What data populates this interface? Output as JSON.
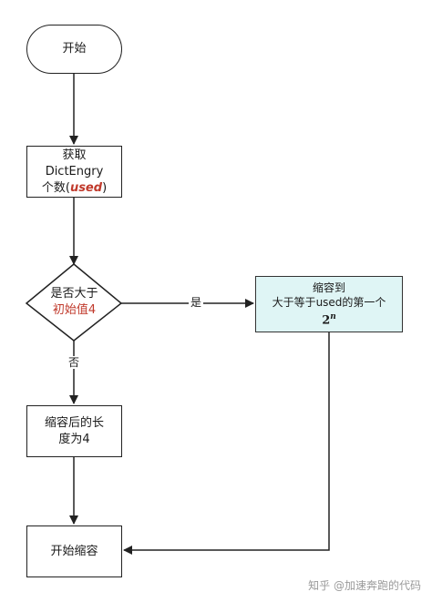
{
  "nodes": {
    "start": {
      "label": "开始"
    },
    "get": {
      "line1": "获取",
      "line2": "DictEngry",
      "line3_prefix": "个数(",
      "line3_highlight": "used",
      "line3_suffix": ")"
    },
    "decision": {
      "line1": "是否大于",
      "line2": "初始值4"
    },
    "resize": {
      "line1": "缩容到",
      "line2": "大于等于used的第一个",
      "math_base": "2",
      "math_exp": "n"
    },
    "after": {
      "line1": "缩容后的长",
      "line2": "度为4"
    },
    "end": {
      "label": "开始缩容"
    }
  },
  "edges": {
    "yes_label": "是",
    "no_label": "否"
  },
  "watermark": "知乎 @加速奔跑的代码",
  "colors": {
    "highlight": "#c0392b",
    "resize_fill": "#dff5f5",
    "stroke": "#222222"
  }
}
